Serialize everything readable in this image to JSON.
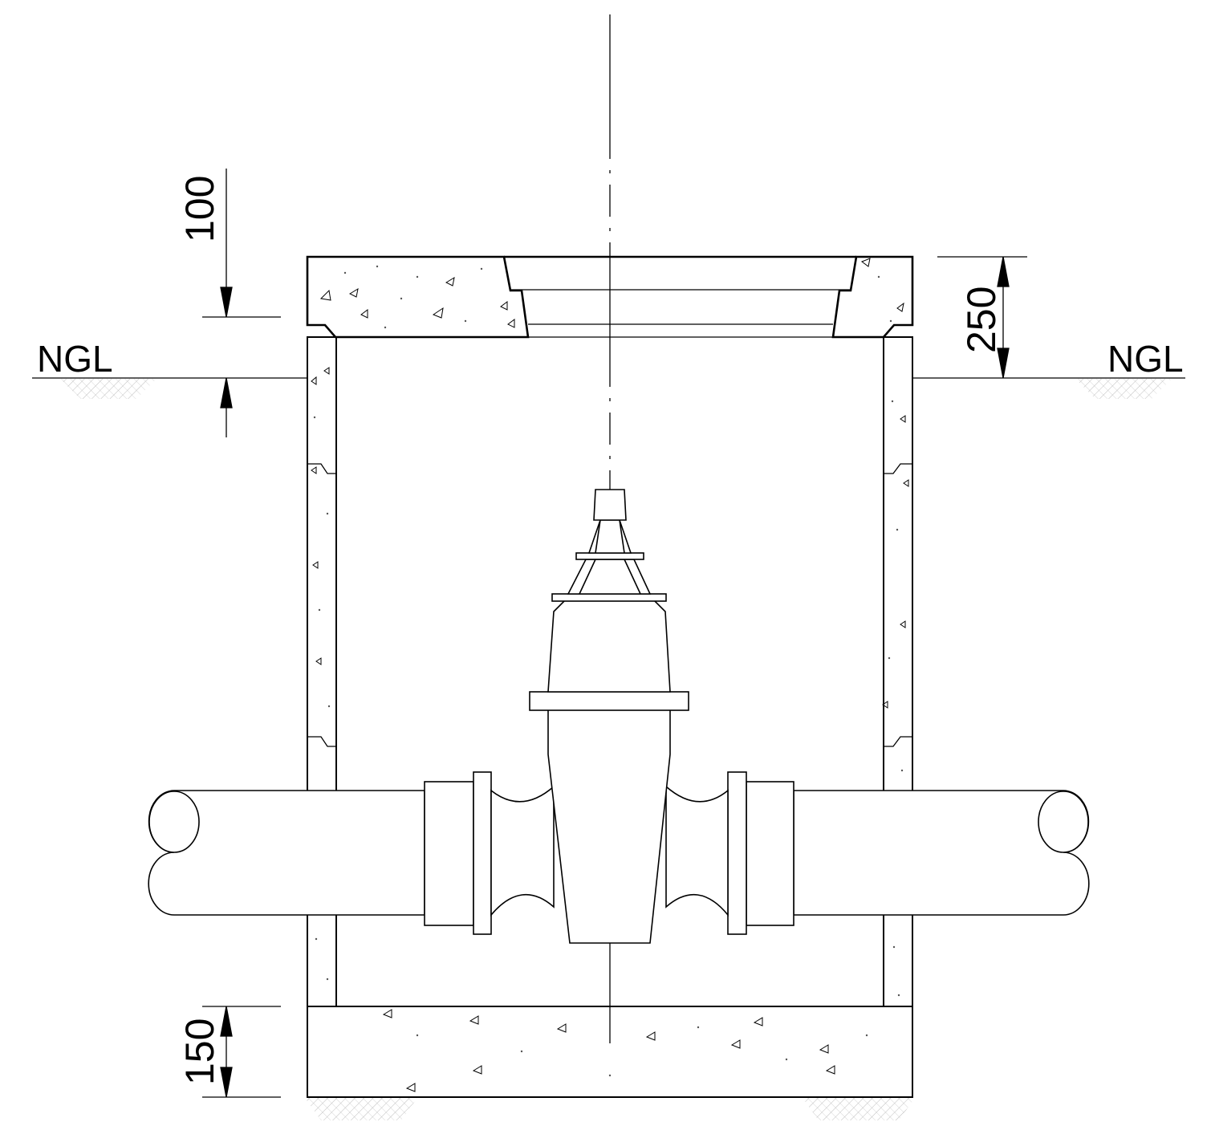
{
  "labels": {
    "ngl_left": "NGL",
    "ngl_right": "NGL"
  },
  "dimensions": {
    "cover_offset": "100",
    "slab_thickness": "250",
    "base_thickness": "150"
  },
  "colors": {
    "line": "#000000",
    "hatch": "#bdbdbd",
    "speckle": "#555555",
    "background": "#ffffff"
  }
}
